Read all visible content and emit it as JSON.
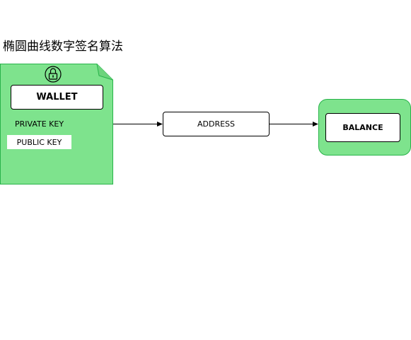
{
  "title": "椭圆曲线数字签名算法",
  "colors": {
    "node_fill": "#7ee38d",
    "node_stroke": "#28b34a",
    "edge": "#000000"
  },
  "wallet": {
    "icon": "lock-icon",
    "label": "WALLET",
    "private_key": "PRIVATE KEY",
    "public_key": "PUBLIC KEY"
  },
  "address": {
    "label": "ADDRESS"
  },
  "balance": {
    "label": "BALANCE"
  },
  "edges": [
    {
      "from": "wallet",
      "to": "address"
    },
    {
      "from": "address",
      "to": "balance"
    }
  ]
}
